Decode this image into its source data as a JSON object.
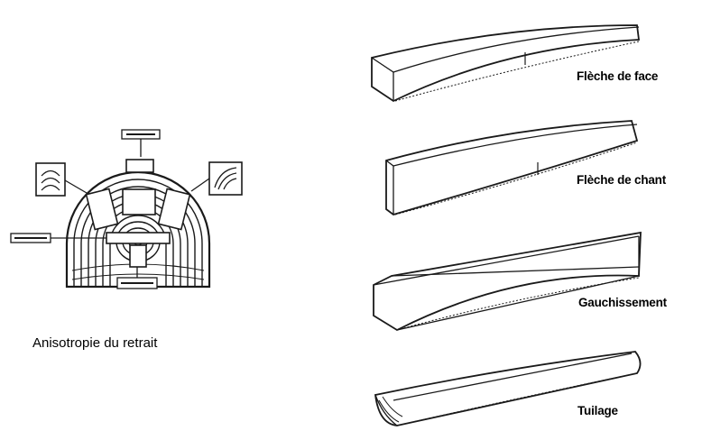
{
  "figure": {
    "left_caption": "Anisotropie du retrait",
    "deformations": [
      {
        "id": "fleche-de-face",
        "label": "Flèche de face"
      },
      {
        "id": "fleche-de-chant",
        "label": "Flèche de chant"
      },
      {
        "id": "gauchissement",
        "label": "Gauchissement"
      },
      {
        "id": "tuilage",
        "label": "Tuilage"
      }
    ]
  },
  "colors": {
    "line": "#1a1a1a",
    "background": "#ffffff"
  }
}
